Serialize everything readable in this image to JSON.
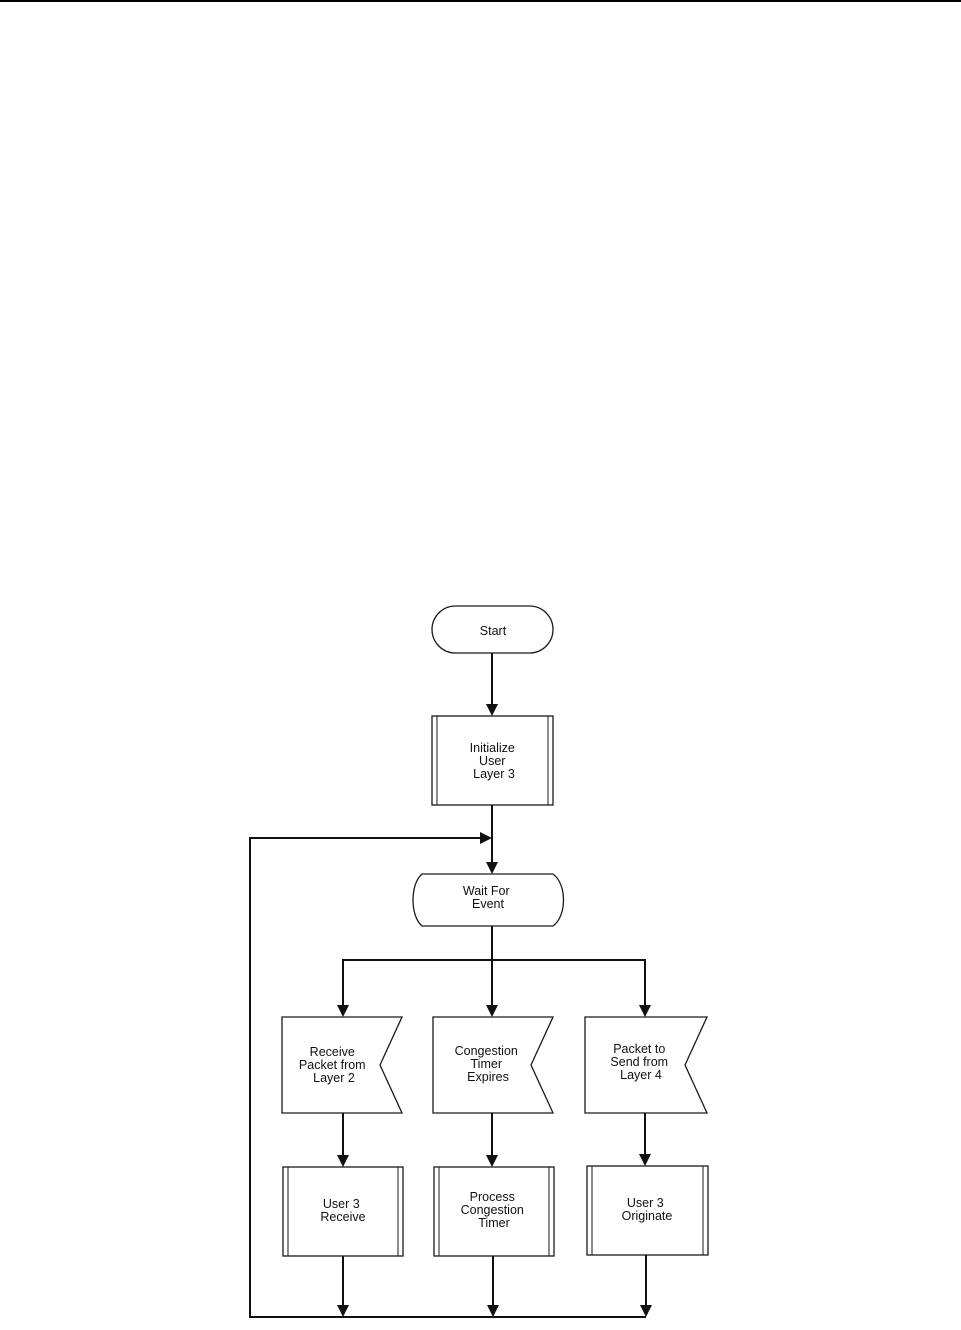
{
  "flowchart": {
    "start": "Start",
    "initialize": [
      "Initialize",
      "User",
      "Layer 3"
    ],
    "wait": [
      "Wait For",
      "Event"
    ],
    "events": [
      [
        "Receive",
        "Packet from",
        "Layer 2"
      ],
      [
        "Congestion",
        "Timer",
        "Expires"
      ],
      [
        "Packet to",
        "Send from",
        "Layer 4"
      ]
    ],
    "processes": [
      [
        "User 3",
        "Receive"
      ],
      [
        "Process",
        "Congestion",
        "Timer"
      ],
      [
        "User 3",
        "Originate"
      ]
    ]
  }
}
